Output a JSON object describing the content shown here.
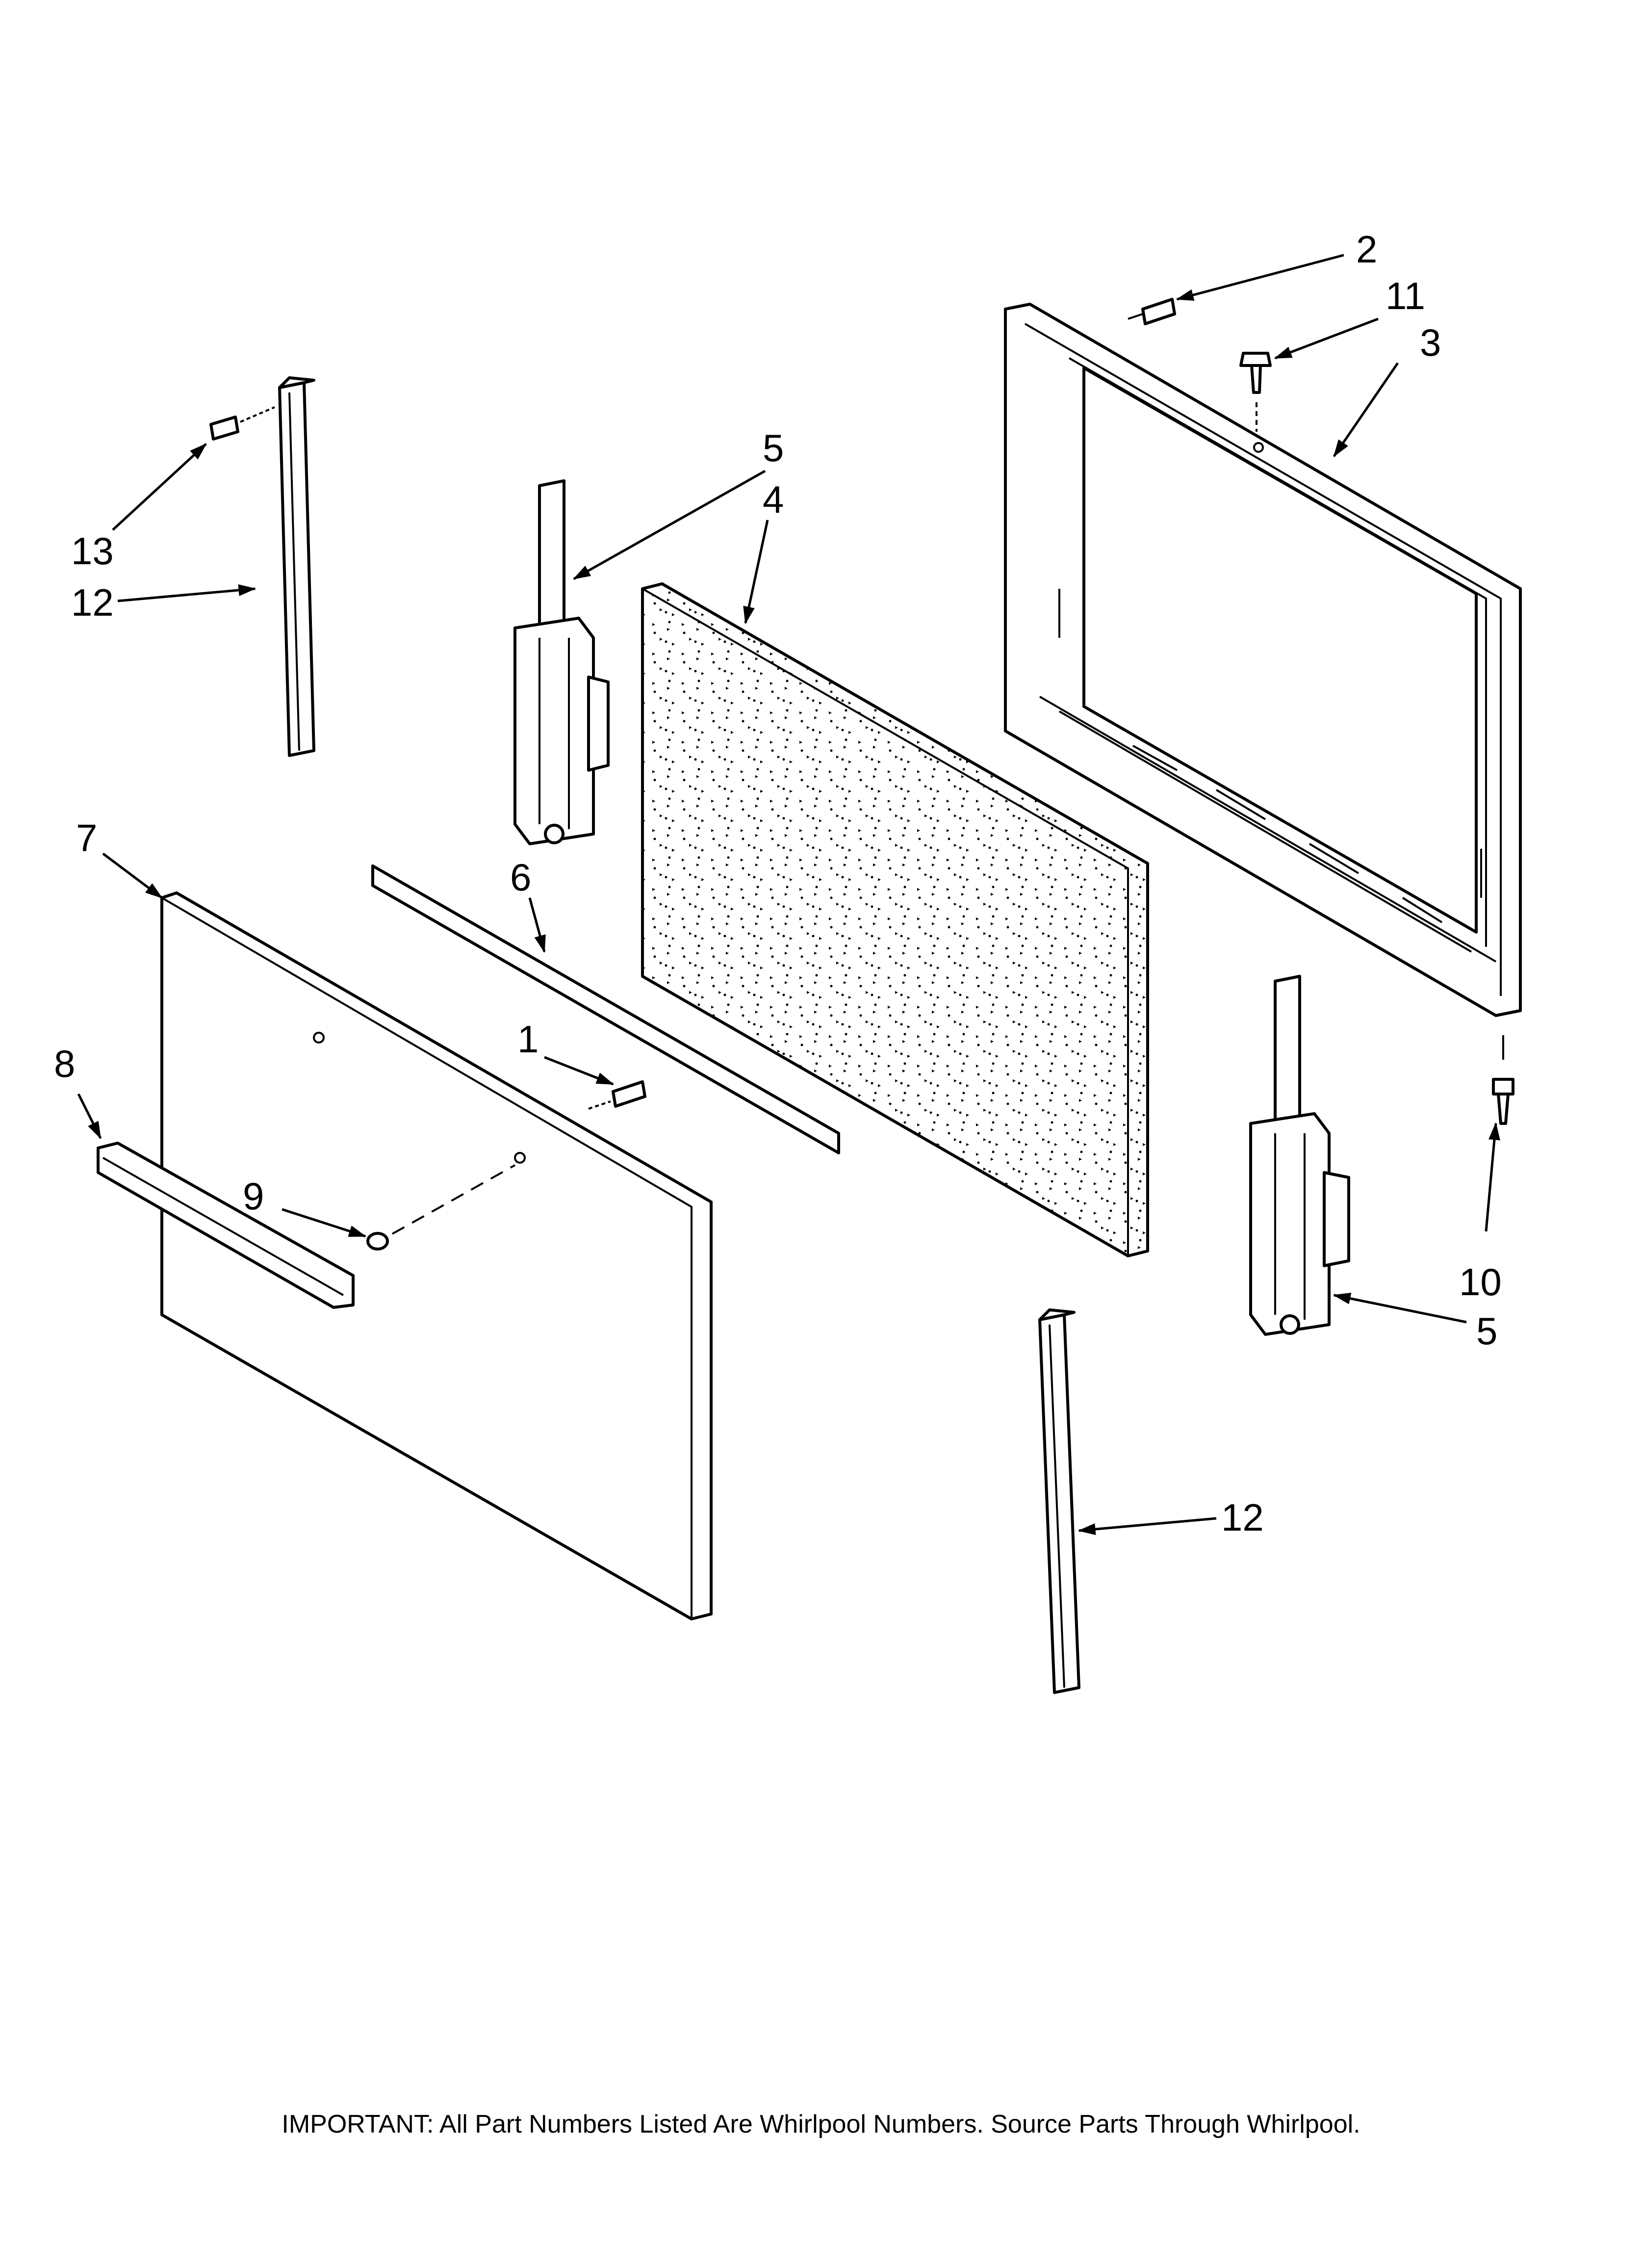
{
  "diagram": {
    "callouts": [
      {
        "id": "2",
        "label": "2"
      },
      {
        "id": "11",
        "label": "11"
      },
      {
        "id": "3",
        "label": "3"
      },
      {
        "id": "5a",
        "label": "5"
      },
      {
        "id": "4",
        "label": "4"
      },
      {
        "id": "13",
        "label": "13"
      },
      {
        "id": "12a",
        "label": "12"
      },
      {
        "id": "7",
        "label": "7"
      },
      {
        "id": "6",
        "label": "6"
      },
      {
        "id": "1",
        "label": "1"
      },
      {
        "id": "8",
        "label": "8"
      },
      {
        "id": "9",
        "label": "9"
      },
      {
        "id": "10",
        "label": "10"
      },
      {
        "id": "5b",
        "label": "5"
      },
      {
        "id": "12b",
        "label": "12"
      }
    ]
  },
  "footer": {
    "text": "IMPORTANT: All Part Numbers Listed Are Whirlpool Numbers. Source Parts Through Whirlpool."
  }
}
